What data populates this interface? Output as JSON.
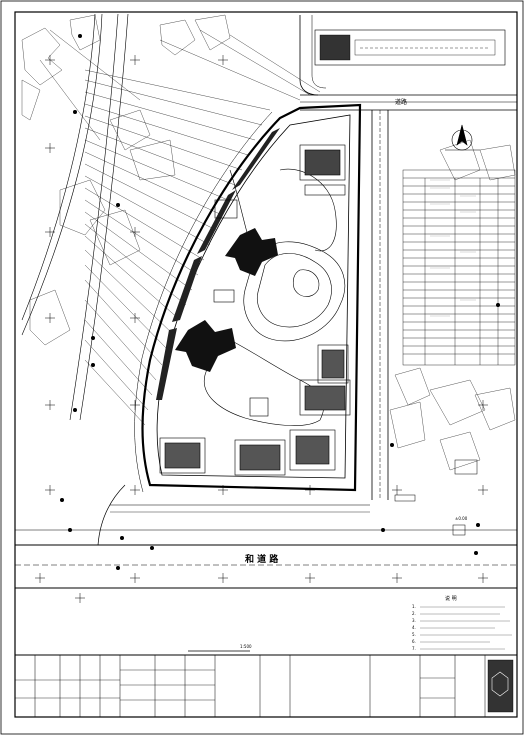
{
  "drawing": {
    "plan_title": "",
    "scale": "1:500",
    "road_top": "道路",
    "road_bottom": "和 道 路",
    "legend_title": "说 明",
    "note_items": [
      "1.",
      "2.",
      "3.",
      "4.",
      "5.",
      "6.",
      "7."
    ],
    "table_title": "",
    "elevation_mark": "±0.00"
  },
  "colors": {
    "ink": "#000000",
    "paper": "#ffffff"
  }
}
